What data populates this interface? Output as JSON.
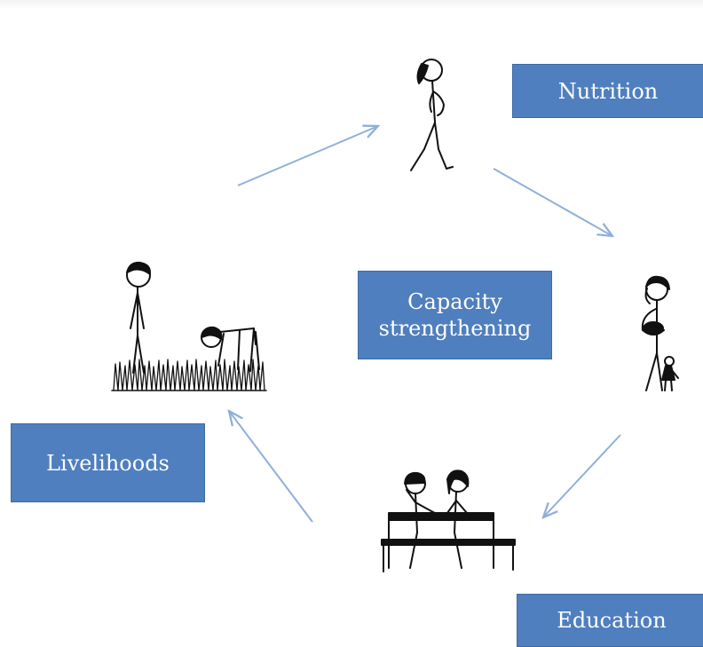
{
  "diagram": {
    "boxes": {
      "nutrition": "Nutrition",
      "capacity_line1": "Capacity",
      "capacity_line2": "strengthening",
      "livelihoods": "Livelihoods",
      "education": "Education"
    },
    "colors": {
      "box_fill": "#4f7fbe",
      "box_text": "#ffffff",
      "arrow": "#8fb0d8",
      "ink": "#111111"
    },
    "cycle_order": [
      "Nutrition",
      "Education",
      "Livelihoods"
    ],
    "illustrations": [
      "walking-woman-icon",
      "mother-with-baby-and-child-icon",
      "students-at-desk-icon",
      "farmers-in-field-icon"
    ]
  }
}
